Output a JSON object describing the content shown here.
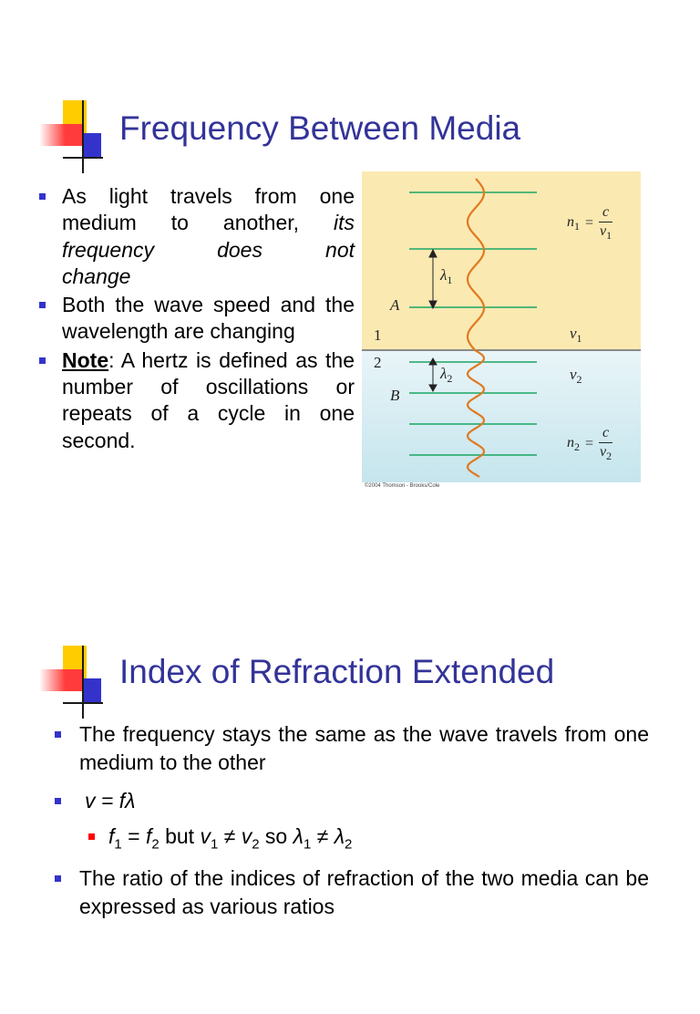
{
  "slide1": {
    "title": "Frequency Between Media",
    "bullets": [
      {
        "lines": [
          "As light travels from one",
          "medium to another,"
        ],
        "italic_tail": "its",
        "lines2": [
          "frequency does not",
          "change"
        ]
      },
      {
        "text": "Both the wave speed and the wavelength are changing"
      },
      {
        "note_label": "Note",
        "text": ": A hertz is defined as the number of oscillations or repeats of a cycle in one second."
      }
    ],
    "figure": {
      "label_A": "A",
      "label_B": "B",
      "medium_1": "1",
      "medium_2": "2",
      "lambda": "λ",
      "sub_1": "1",
      "sub_2": "2",
      "n_symbol": "n",
      "c_symbol": "c",
      "v_symbol": "v",
      "equals": "=",
      "copyright": "©2004 Thomson - Brooks/Cole",
      "colors": {
        "top_medium": "#fbe9b2",
        "bottom_medium": "#c5e5ed",
        "wavefront": "#1aa564",
        "wave": "#e07a20"
      }
    }
  },
  "slide2": {
    "title": "Index of Refraction Extended",
    "bullet1": "The frequency stays the same as the wave travels from one medium to the other",
    "bullet2": "v = fλ",
    "sub_bullet": {
      "f": "f",
      "s1": "1",
      "s2": "2",
      "eq": " = ",
      "but": " but ",
      "v": "v",
      "neq": " ≠ ",
      "so": " so ",
      "lambda": "λ"
    },
    "bullet3": "The ratio of the indices of refraction of the two media can be expressed as various ratios"
  },
  "colors": {
    "title": "#333399",
    "bullet": "#3333cc",
    "sub_bullet": "#ff0000"
  }
}
